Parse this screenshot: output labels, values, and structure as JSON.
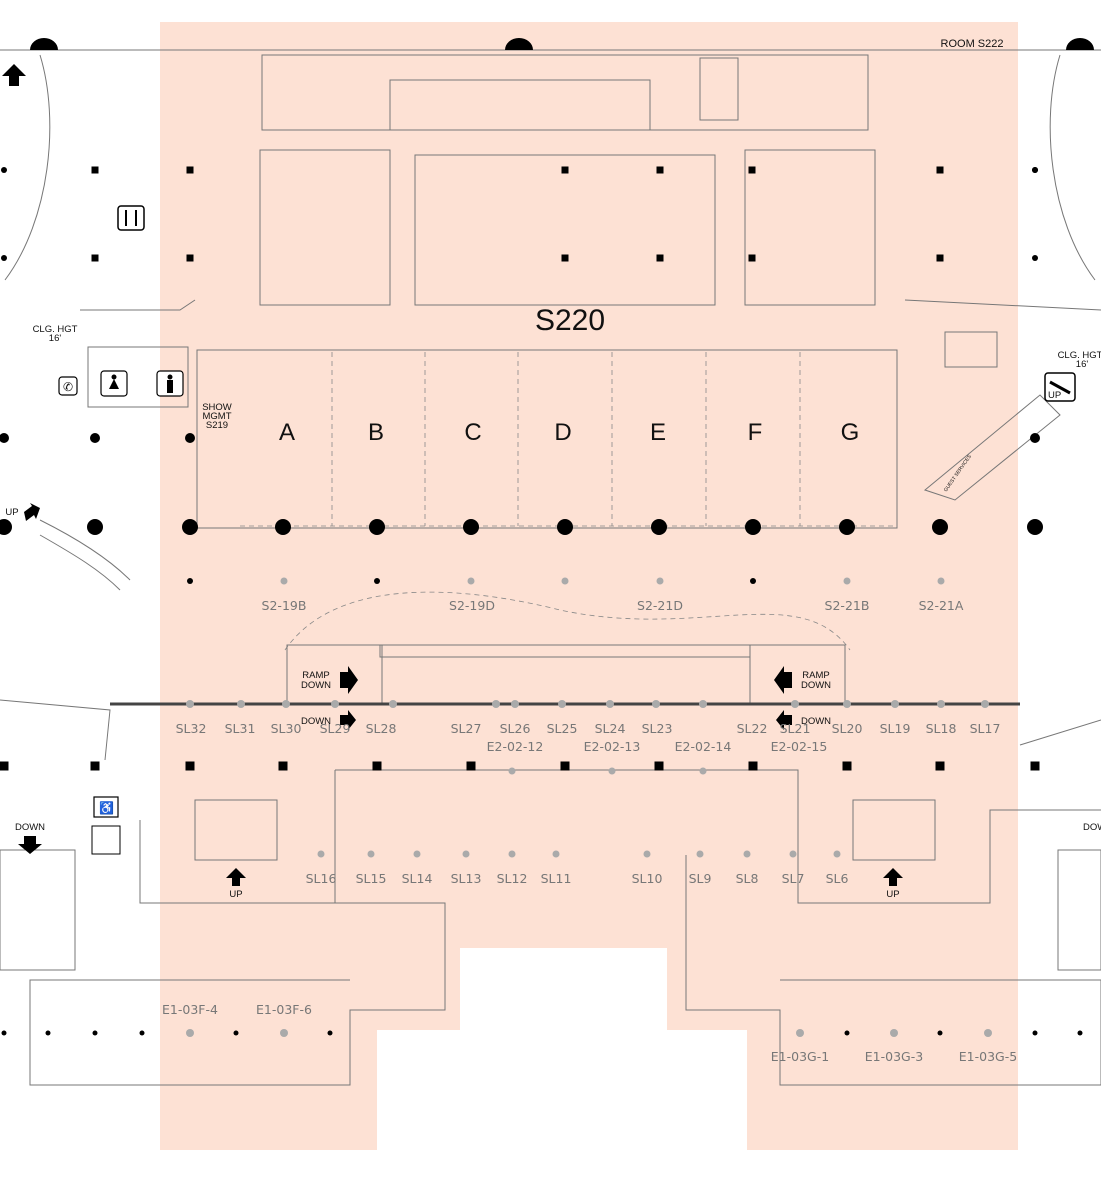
{
  "room_title": "S220",
  "room_s222": "ROOM S222",
  "halls": [
    "A",
    "B",
    "C",
    "D",
    "E",
    "F",
    "G"
  ],
  "show_mgmt": [
    "SHOW",
    "MGMT",
    "S219"
  ],
  "ceiling_height": {
    "label": "CLG. HGT",
    "value": "16'"
  },
  "guest_services": "GUEST SERVICES",
  "meeting_labels": [
    "S2-19B",
    "S2-19D",
    "S2-21D",
    "S2-21B",
    "S2-21A"
  ],
  "ramp_down": [
    "RAMP",
    "DOWN"
  ],
  "down": "DOWN",
  "up": "UP",
  "down_partial": "DOW",
  "sl_upper": [
    "SL32",
    "SL31",
    "SL30",
    "SL29",
    "SL28",
    "SL27",
    "SL26",
    "SL25",
    "SL24",
    "SL23",
    "SL22",
    "SL21",
    "SL20",
    "SL19",
    "SL18",
    "SL17"
  ],
  "e2_labels": [
    "E2-02-12",
    "E2-02-13",
    "E2-02-14",
    "E2-02-15"
  ],
  "sl_lower": [
    "SL16",
    "SL15",
    "SL14",
    "SL13",
    "SL12",
    "SL11",
    "SL10",
    "SL9",
    "SL8",
    "SL7",
    "SL6"
  ],
  "e1f_labels": [
    "E1-03F-4",
    "E1-03F-6"
  ],
  "e1g_labels": [
    "E1-03G-1",
    "E1-03G-3",
    "E1-03G-5"
  ],
  "icons": [
    "restaurant-icon",
    "women-restroom-icon",
    "men-restroom-icon",
    "telephone-icon",
    "escalator-icon",
    "elevator-accessible-icon",
    "arrow-icon"
  ],
  "colors": {
    "highlight": "#fde1d4",
    "label_grey": "#777777"
  }
}
